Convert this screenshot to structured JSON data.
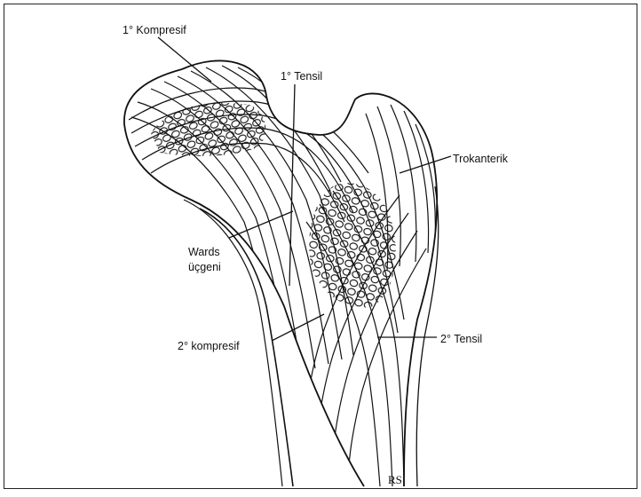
{
  "diagram": {
    "labels": {
      "primary_compressive": "1° Kompresif",
      "primary_tensile": "1° Tensil",
      "trochanteric": "Trokanterik",
      "wards_line1": "Wards",
      "wards_line2": "üçgeni",
      "secondary_compressive": "2° kompresif",
      "secondary_tensile": "2° Tensil",
      "signature": "RS"
    },
    "colors": {
      "ink": "#111111",
      "background": "#ffffff"
    }
  }
}
